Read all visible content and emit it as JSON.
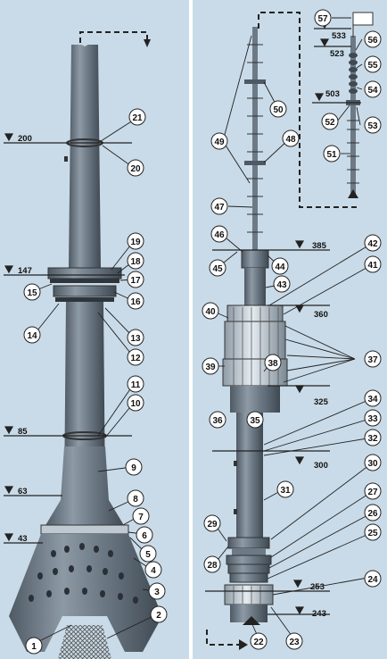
{
  "colors": {
    "background": "#c9dbe8",
    "tower": "#6d7a86",
    "tower_dark": "#4e5963",
    "tower_light": "#9aa7b2",
    "ink": "#111111"
  },
  "elevations": {
    "e200": "200",
    "e147": "147",
    "e85": "85",
    "e63": "63",
    "e43": "43",
    "e533": "533",
    "e523": "523",
    "e503": "503",
    "e385": "385",
    "e360": "360",
    "e325": "325",
    "e300": "300",
    "e253": "253",
    "e243": "243"
  },
  "callouts": {
    "c1": "1",
    "c2": "2",
    "c3": "3",
    "c4": "4",
    "c5": "5",
    "c6": "6",
    "c7": "7",
    "c8": "8",
    "c9": "9",
    "c10": "10",
    "c11": "11",
    "c12": "12",
    "c13": "13",
    "c14": "14",
    "c15": "15",
    "c16": "16",
    "c17": "17",
    "c18": "18",
    "c19": "19",
    "c20": "20",
    "c21": "21",
    "c22": "22",
    "c23": "23",
    "c24": "24",
    "c25": "25",
    "c26": "26",
    "c27": "27",
    "c28": "28",
    "c29": "29",
    "c30": "30",
    "c31": "31",
    "c32": "32",
    "c33": "33",
    "c34": "34",
    "c35": "35",
    "c36": "36",
    "c37": "37",
    "c38": "38",
    "c39": "39",
    "c40": "40",
    "c41": "41",
    "c42": "42",
    "c43": "43",
    "c44": "44",
    "c45": "45",
    "c46": "46",
    "c47": "47",
    "c48": "48",
    "c49": "49",
    "c50": "50",
    "c51": "51",
    "c52": "52",
    "c53": "53",
    "c54": "54",
    "c55": "55",
    "c56": "56",
    "c57": "57"
  }
}
